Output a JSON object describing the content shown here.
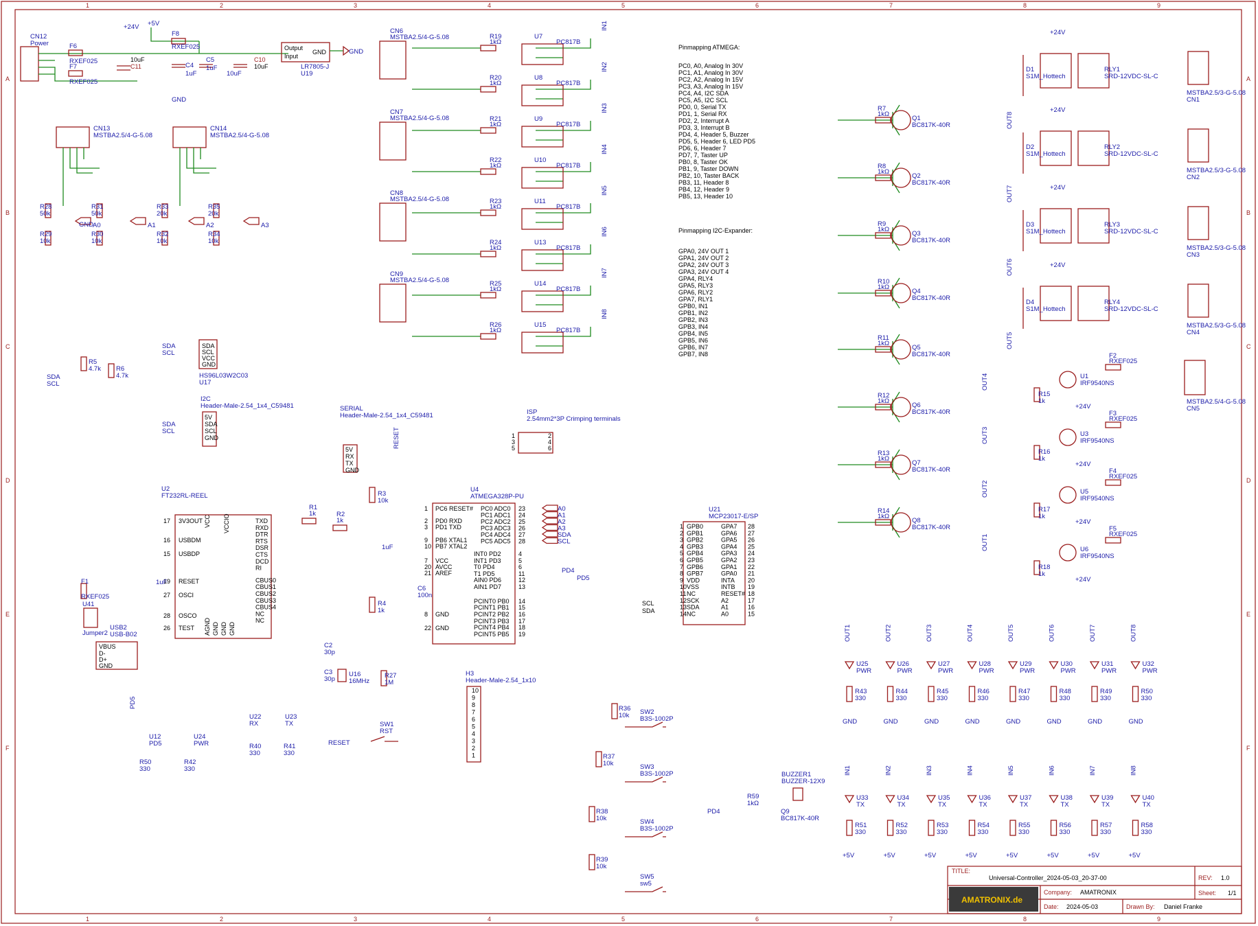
{
  "frame": {
    "col_numbers": [
      "1",
      "2",
      "3",
      "4",
      "5",
      "6",
      "7",
      "8",
      "9"
    ],
    "row_letters": [
      "A",
      "B",
      "C",
      "D",
      "E",
      "F"
    ]
  },
  "power": {
    "cn12": "CN12",
    "cn12_name": "Power",
    "f6": "F6",
    "f6_val": "RXEF025",
    "f7": "F7",
    "f7_val": "RXEF025",
    "f8": "F8",
    "f8_val": "RXEF025",
    "c11": "C11",
    "c11_val": "10uF",
    "c4": "C4",
    "c4_val": "1uF",
    "c5": "C5",
    "c5_val": "1uF",
    "c10": "C10",
    "c10_val": "10uF",
    "c_extra_val": "10uF",
    "u19": "U19",
    "u19_name": "LR7805-J",
    "u19_pins": [
      "Output",
      "Input",
      "GND"
    ],
    "v24": "+24V",
    "v5": "+5V",
    "gnd": "GND"
  },
  "analog": {
    "cn13": "CN13",
    "cn13_name": "MSTBA2.5/4-G-5.08",
    "cn14": "CN14",
    "cn14_name": "MSTBA2.5/4-G-5.08",
    "parts": [
      {
        "r": "R28",
        "v": "50k"
      },
      {
        "r": "R29",
        "v": "10k"
      },
      {
        "r": "R31",
        "v": "50k"
      },
      {
        "r": "R30",
        "v": "10k"
      },
      {
        "r": "R33",
        "v": "20k"
      },
      {
        "r": "R32",
        "v": "10k"
      },
      {
        "r": "R35",
        "v": "20k"
      },
      {
        "r": "R34",
        "v": "10k"
      }
    ],
    "nets": [
      "A0",
      "A1",
      "A2",
      "A3"
    ]
  },
  "i2c": {
    "r5": "R5",
    "r5_val": "4.7k",
    "r6": "R6",
    "r6_val": "4.7k",
    "sda": "SDA",
    "scl": "SCL",
    "vcc": "VCC",
    "gnd": "GND",
    "u17": "U17",
    "u17_name": "HS96L03W2C03",
    "i2c_hdr": "I2C",
    "i2c_hdr_name": "Header-Male-2.54_1x4_C59481",
    "i2c_pins": [
      "5V",
      "SDA",
      "SCL",
      "GND"
    ],
    "serial": "SERIAL",
    "serial_name": "Header-Male-2.54_1x4_C59481",
    "serial_pins": [
      "5V",
      "RX",
      "TX",
      "GND"
    ]
  },
  "inputs": {
    "connectors": [
      {
        "ref": "CN6",
        "name": "MSTBA2.5/4-G-5.08"
      },
      {
        "ref": "CN7",
        "name": "MSTBA2.5/4-G-5.08"
      },
      {
        "ref": "CN8",
        "name": "MSTBA2.5/4-G-5.08"
      },
      {
        "ref": "CN9",
        "name": "MSTBA2.5/4-G-5.08"
      }
    ],
    "channels": [
      {
        "r": "R19",
        "rv": "1kΩ",
        "u": "U7",
        "un": "PC817B",
        "net": "IN1"
      },
      {
        "r": "R20",
        "rv": "1kΩ",
        "u": "U8",
        "un": "PC817B",
        "net": "IN2"
      },
      {
        "r": "R21",
        "rv": "1kΩ",
        "u": "U9",
        "un": "PC817B",
        "net": "IN3"
      },
      {
        "r": "R22",
        "rv": "1kΩ",
        "u": "U10",
        "un": "PC817B",
        "net": "IN4"
      },
      {
        "r": "R23",
        "rv": "1kΩ",
        "u": "U11",
        "un": "PC817B",
        "net": "IN5"
      },
      {
        "r": "R24",
        "rv": "1kΩ",
        "u": "U13",
        "un": "PC817B",
        "net": "IN6"
      },
      {
        "r": "R25",
        "rv": "1kΩ",
        "u": "U14",
        "un": "PC817B",
        "net": "IN7"
      },
      {
        "r": "R26",
        "rv": "1kΩ",
        "u": "U15",
        "un": "PC817B",
        "net": "IN8"
      }
    ]
  },
  "notes": {
    "atmega_title": "Pinmapping ATMEGA:",
    "atmega_lines": [
      "PC0, A0, Analog In 30V",
      "PC1, A1, Analog In 30V",
      "PC2, A2, Analog In 15V",
      "PC3, A3, Analog In 15V",
      "PC4, A4, I2C SDA",
      "PC5, A5, I2C SCL",
      "PD0, 0, Serial TX",
      "PD1, 1, Serial RX",
      "PD2, 2, Interrupt A",
      "PD3, 3, Interrupt B",
      "PD4, 4, Header 5, Buzzer",
      "PD5, 5, Header 6, LED PD5",
      "PD6, 6, Header 7",
      "PD7, 7, Taster UP",
      "PB0, 8, Taster OK",
      "PB1, 9, Taster DOWN",
      "PB2, 10, Taster BACK",
      "PB3, 11, Header 8",
      "PB4, 12, Header 9",
      "PB5, 13, Header 10"
    ],
    "expander_title": "Pinmapping I2C-Expander:",
    "expander_lines": [
      "GPA0, 24V OUT 1",
      "GPA1, 24V OUT 2",
      "GPA2, 24V OUT 3",
      "GPA3, 24V OUT 4",
      "GPA4, RLY4",
      "GPA5, RLY3",
      "GPA6, RLY2",
      "GPA7, RLY1",
      "GPB0, IN1",
      "GPB1, IN2",
      "GPB2, IN3",
      "GPB3, IN4",
      "GPB4, IN5",
      "GPB5, IN6",
      "GPB6, IN7",
      "GPB7, IN8"
    ]
  },
  "drivers": [
    {
      "r": "R7",
      "rv": "1kΩ",
      "q": "Q1",
      "qn": "BC817K-40R"
    },
    {
      "r": "R8",
      "rv": "1kΩ",
      "q": "Q2",
      "qn": "BC817K-40R"
    },
    {
      "r": "R9",
      "rv": "1kΩ",
      "q": "Q3",
      "qn": "BC817K-40R"
    },
    {
      "r": "R10",
      "rv": "1kΩ",
      "q": "Q4",
      "qn": "BC817K-40R"
    },
    {
      "r": "R11",
      "rv": "1kΩ",
      "q": "Q5",
      "qn": "BC817K-40R"
    },
    {
      "r": "R12",
      "rv": "1kΩ",
      "q": "Q6",
      "qn": "BC817K-40R"
    },
    {
      "r": "R13",
      "rv": "1kΩ",
      "q": "Q7",
      "qn": "BC817K-40R"
    },
    {
      "r": "R14",
      "rv": "1kΩ",
      "q": "Q8",
      "qn": "BC817K-40R"
    }
  ],
  "relays": [
    {
      "d": "D1",
      "dn": "S1M_Hottech",
      "k": "RLY1",
      "kn": "SRD-12VDC-SL-C",
      "cn": "CN1",
      "cnn": "MSTBA2.5/3-G-5.08",
      "net": "OUT8"
    },
    {
      "d": "D2",
      "dn": "S1M_Hottech",
      "k": "RLY2",
      "kn": "SRD-12VDC-SL-C",
      "cn": "CN2",
      "cnn": "MSTBA2.5/3-G-5.08",
      "net": "OUT7"
    },
    {
      "d": "D3",
      "dn": "S1M_Hottech",
      "k": "RLY3",
      "kn": "SRD-12VDC-SL-C",
      "cn": "CN3",
      "cnn": "MSTBA2.5/3-G-5.08",
      "net": "OUT6"
    },
    {
      "d": "D4",
      "dn": "S1M_Hottech",
      "k": "RLY4",
      "kn": "SRD-12VDC-SL-C",
      "cn": "CN4",
      "cnn": "MSTBA2.5/3-G-5.08",
      "net": "OUT5"
    }
  ],
  "mosfets": [
    {
      "u": "U1",
      "un": "IRF9540NS",
      "r": "R15",
      "rv": "1k",
      "f": "F2",
      "fv": "RXEF025",
      "net": "OUT4"
    },
    {
      "u": "U3",
      "un": "IRF9540NS",
      "r": "R16",
      "rv": "1k",
      "f": "F3",
      "fv": "RXEF025",
      "net": "OUT3"
    },
    {
      "u": "U5",
      "un": "IRF9540NS",
      "r": "R17",
      "rv": "1k",
      "f": "F4",
      "fv": "RXEF025",
      "net": "OUT2"
    },
    {
      "u": "U6",
      "un": "IRF9540NS",
      "r": "R18",
      "rv": "1k",
      "f": "F5",
      "fv": "RXEF025",
      "net": "OUT1"
    }
  ],
  "cn5": "CN5",
  "cn5_name": "MSTBA2.5/4-G-5.08",
  "mcu": {
    "u4": "U4",
    "u4_name": "ATMEGA328P-PU",
    "left_pins": [
      "PC6 RESET#",
      "PD0 RXD",
      "PD1 TXD",
      "PB6 XTAL1",
      "PB7 XTAL2",
      "VCC",
      "AVCC",
      "AREF",
      "GND",
      "GND"
    ],
    "left_nums": [
      "1",
      "2",
      "3",
      "9",
      "10",
      "7",
      "20",
      "21",
      "8",
      "22"
    ],
    "right_top": [
      "PC0 ADC0",
      "PC1 ADC1",
      "PC2 ADC2",
      "PC3 ADC3",
      "PC4 ADC4",
      "PC5 ADC5"
    ],
    "right_top_nums": [
      "23",
      "24",
      "25",
      "26",
      "27",
      "28"
    ],
    "right_top_nets": [
      "A0",
      "A1",
      "A2",
      "A3",
      "SDA",
      "SCL"
    ],
    "right_bot": [
      "INT0 PD2",
      "INT1 PD3",
      "T0 PD4",
      "T1 PD5",
      "AIN0 PD6",
      "AIN1 PD7",
      "PCINT0 PB0",
      "PCINT1 PB1",
      "PCINT2 PB2",
      "PCINT3 PB3",
      "PCINT4 PB4",
      "PCINT5 PB5"
    ],
    "right_bot_nums": [
      "4",
      "5",
      "6",
      "11",
      "12",
      "13",
      "14",
      "15",
      "16",
      "17",
      "18",
      "19"
    ],
    "pd4": "PD4",
    "pd5": "PD5",
    "reset": "RESET"
  },
  "usb": {
    "u2": "U2",
    "u2_name": "FT232RL-REEL",
    "left_pins": [
      "3V3OUT",
      "USBDM",
      "USBDP",
      "RESET",
      "OSCI",
      "OSCO",
      "TEST"
    ],
    "left_nums": [
      "17",
      "16",
      "15",
      "19",
      "27",
      "28",
      "26"
    ],
    "right_pins": [
      "TXD",
      "RXD",
      "DTR",
      "RTS",
      "DSR",
      "CTS",
      "DCD",
      "RI",
      "CBUS0",
      "CBUS1",
      "CBUS2",
      "CBUS3",
      "CBUS4",
      "NC",
      "NC"
    ],
    "top_pins": [
      "VCC",
      "VCCIO"
    ],
    "bottom_pins": [
      "AGND",
      "GND",
      "GND",
      "GND"
    ],
    "usb2": "USB2",
    "usb2_name": "USB-B02",
    "usb_pins": [
      "VBUS",
      "D-",
      "D+",
      "GND"
    ],
    "f1": "F1",
    "f1_val": "RXEF025",
    "u41": "U41",
    "u41_name": "Jumper2",
    "r1": "R1",
    "r1_val": "1k",
    "r2": "R2",
    "r2_val": "1k",
    "r3": "R3",
    "r3_val": "10k",
    "r4": "R4",
    "r4_val": "1k",
    "r27": "R27",
    "r27_val": "1M",
    "c1_val": "1uF",
    "c_rst_val": "1uF",
    "c2": "C2",
    "c2_val": "30p",
    "c3": "C3",
    "c3_val": "30p",
    "c6": "C6",
    "c6_val": "100n",
    "u16": "U16",
    "u16_name": "16MHz"
  },
  "isp": {
    "ref": "ISP",
    "name": "2.54mm2*3P Crimping terminals",
    "pins": [
      "1",
      "3",
      "5",
      "2",
      "4",
      "6"
    ]
  },
  "expander": {
    "u21": "U21",
    "u21_name": "MCP23017-E/SP",
    "left_pins": [
      "GPB0",
      "GPB1",
      "GPB2",
      "GPB3",
      "GPB4",
      "GPB5",
      "GPB6",
      "GPB7",
      "VDD",
      "VSS",
      "NC",
      "SCK",
      "SDA",
      "NC"
    ],
    "left_nums": [
      "1",
      "2",
      "3",
      "4",
      "5",
      "6",
      "7",
      "8",
      "9",
      "10",
      "11",
      "12",
      "13",
      "14"
    ],
    "right_pins": [
      "GPA7",
      "GPA6",
      "GPA5",
      "GPA4",
      "GPA3",
      "GPA2",
      "GPA1",
      "GPA0",
      "INTA",
      "INTB",
      "RESET#",
      "A2",
      "A1",
      "A0"
    ],
    "right_nums": [
      "28",
      "27",
      "26",
      "25",
      "24",
      "23",
      "22",
      "21",
      "20",
      "19",
      "18",
      "17",
      "16",
      "15"
    ],
    "scl": "SCL",
    "sda": "SDA"
  },
  "header": {
    "ref": "H3",
    "name": "Header-Male-2.54_1x10",
    "pins": [
      "10",
      "9",
      "8",
      "7",
      "6",
      "5",
      "4",
      "3",
      "2",
      "1"
    ]
  },
  "buttons": [
    {
      "r": "R36",
      "rv": "10k",
      "sw": "SW2",
      "swn": "B3S-1002P"
    },
    {
      "r": "R37",
      "rv": "10k",
      "sw": "SW3",
      "swn": "B3S-1002P"
    },
    {
      "r": "R38",
      "rv": "10k",
      "sw": "SW4",
      "swn": "B3S-1002P"
    },
    {
      "r": "R39",
      "rv": "10k",
      "sw": "SW5",
      "swn": "sw5"
    }
  ],
  "misc": {
    "sw1": "SW1",
    "sw1_name": "RST",
    "reset": "RESET",
    "pd5": "PD5",
    "u12": "U12",
    "u12_name": "PD5",
    "r50": "R50",
    "r50_val": "330",
    "u24": "U24",
    "u24_name": "PWR",
    "r42": "R42",
    "r42_val": "330",
    "u22": "U22",
    "u22_name": "RX",
    "r40": "R40",
    "r40_val": "330",
    "u23": "U23",
    "u23_name": "TX",
    "r41": "R41",
    "r41_val": "330",
    "buzzer": "BUZZER1",
    "buzzer_name": "BUZZER-12X9",
    "r59": "R59",
    "r59_val": "1kΩ",
    "q9": "Q9",
    "q9_name": "BC817K-40R",
    "pd4": "PD4"
  },
  "out_leds": [
    {
      "net": "OUT1",
      "u": "U25",
      "un": "PWR",
      "r": "R43",
      "rv": "330"
    },
    {
      "net": "OUT2",
      "u": "U26",
      "un": "PWR",
      "r": "R44",
      "rv": "330"
    },
    {
      "net": "OUT3",
      "u": "U27",
      "un": "PWR",
      "r": "R45",
      "rv": "330"
    },
    {
      "net": "OUT4",
      "u": "U28",
      "un": "PWR",
      "r": "R46",
      "rv": "330"
    },
    {
      "net": "OUT5",
      "u": "U29",
      "un": "PWR",
      "r": "R47",
      "rv": "330"
    },
    {
      "net": "OUT6",
      "u": "U30",
      "un": "PWR",
      "r": "R48",
      "rv": "330"
    },
    {
      "net": "OUT7",
      "u": "U31",
      "un": "PWR",
      "r": "R49",
      "rv": "330"
    },
    {
      "net": "OUT8",
      "u": "U32",
      "un": "PWR",
      "r": "R50",
      "rv": "330"
    }
  ],
  "in_leds": [
    {
      "net": "IN1",
      "u": "U33",
      "un": "TX",
      "r": "R51",
      "rv": "330"
    },
    {
      "net": "IN2",
      "u": "U34",
      "un": "TX",
      "r": "R52",
      "rv": "330"
    },
    {
      "net": "IN3",
      "u": "U35",
      "un": "TX",
      "r": "R53",
      "rv": "330"
    },
    {
      "net": "IN4",
      "u": "U36",
      "un": "TX",
      "r": "R54",
      "rv": "330"
    },
    {
      "net": "IN5",
      "u": "U37",
      "un": "TX",
      "r": "R55",
      "rv": "330"
    },
    {
      "net": "IN6",
      "u": "U38",
      "un": "TX",
      "r": "R56",
      "rv": "330"
    },
    {
      "net": "IN7",
      "u": "U39",
      "un": "TX",
      "r": "R57",
      "rv": "330"
    },
    {
      "net": "IN8",
      "u": "U40",
      "un": "TX",
      "r": "R58",
      "rv": "330"
    }
  ],
  "title_block": {
    "title_label": "TITLE:",
    "title": "Universal-Controller_2024-05-03_20-37-00",
    "rev_label": "REV:",
    "rev": "1.0",
    "company_label": "Company:",
    "company": "AMATRONIX",
    "sheet_label": "Sheet:",
    "sheet": "1/1",
    "date_label": "Date:",
    "date": "2024-05-03",
    "drawn_label": "Drawn By:",
    "drawn": "Daniel Franke",
    "logo": "AMATRONIX.de"
  },
  "colors": {
    "frame": "#9a1c1c",
    "wire": "#1e8a1e",
    "label": "#1a1aa8",
    "logo_bg": "#3a3a3a",
    "logo_fg": "#f0c000"
  }
}
